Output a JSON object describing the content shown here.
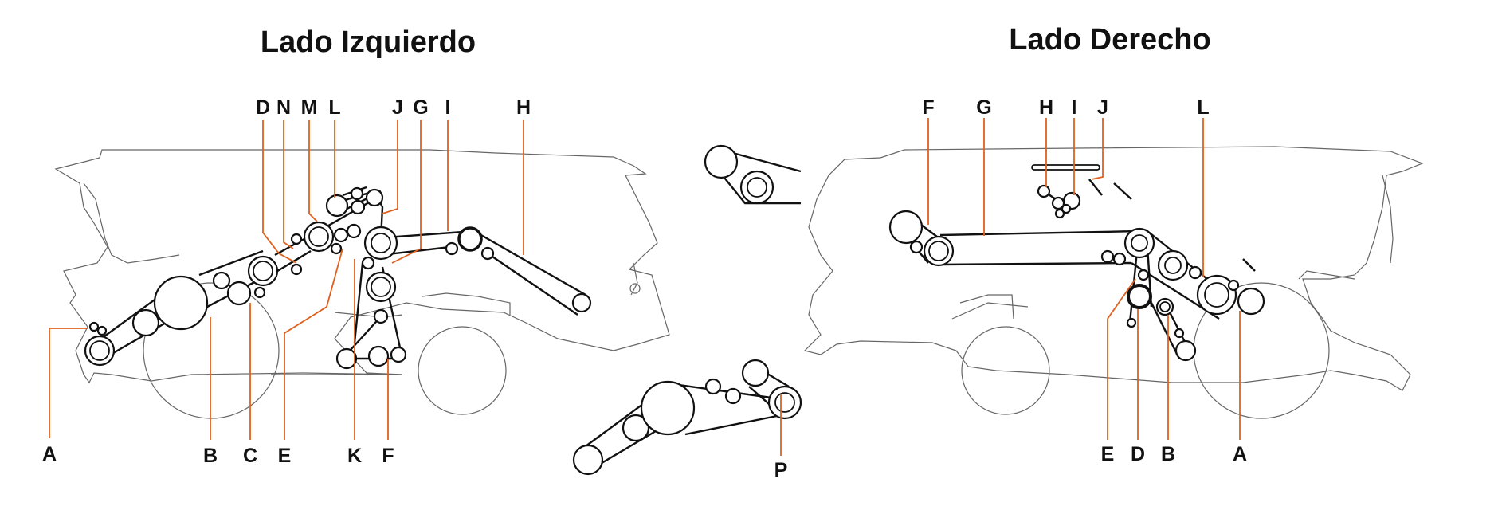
{
  "left_title": "Lado Izquierdo",
  "right_title": "Lado Derecho",
  "left_labels": [
    "D",
    "N",
    "M",
    "L",
    "J",
    "G",
    "I",
    "H",
    "A",
    "B",
    "C",
    "E",
    "K",
    "F"
  ],
  "right_labels": [
    "F",
    "G",
    "H",
    "I",
    "J",
    "L",
    "E",
    "D",
    "B",
    "A"
  ],
  "center_label": "P",
  "colors": {
    "leader": "#e0601e",
    "belt": "#111111",
    "outline": "#666666"
  }
}
